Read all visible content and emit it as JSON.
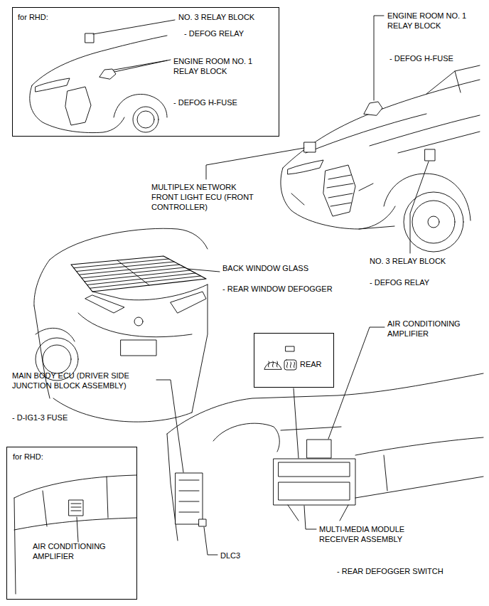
{
  "diagram": {
    "nodes": [
      {
        "text": [
          "for RHD:",
          "NO. 3 RELAY BLOCK",
          "- DEFOG RELAY",
          "ENGINE ROOM NO. 1 RELAY BLOCK",
          "- DEFOG H-FUSE"
        ]
      },
      {
        "text": [
          "REAR"
        ]
      },
      {
        "text": [
          "for RHD:",
          "AIR CONDITIONING AMPLIFIER"
        ]
      }
    ],
    "labels": [
      "ENGINE ROOM NO. 1 RELAY BLOCK",
      "- DEFOG H-FUSE",
      "MULTIPLEX NETWORK FRONT LIGHT ECU (FRONT CONTROLLER)",
      "NO. 3 RELAY BLOCK",
      "BACK WINDOW GLASS",
      "- DEFOG RELAY",
      "- REAR WINDOW DEFOGGER",
      "AIR CONDITIONING AMPLIFIER",
      "MAIN BODY ECU (DRIVER SIDE JUNCTION BLOCK ASSEMBLY)",
      "- D-IG1-3 FUSE",
      "DLC3",
      "MULTI-MEDIA MODULE RECEIVER ASSEMBLY",
      "- REAR DEFOGGER SWITCH"
    ]
  }
}
